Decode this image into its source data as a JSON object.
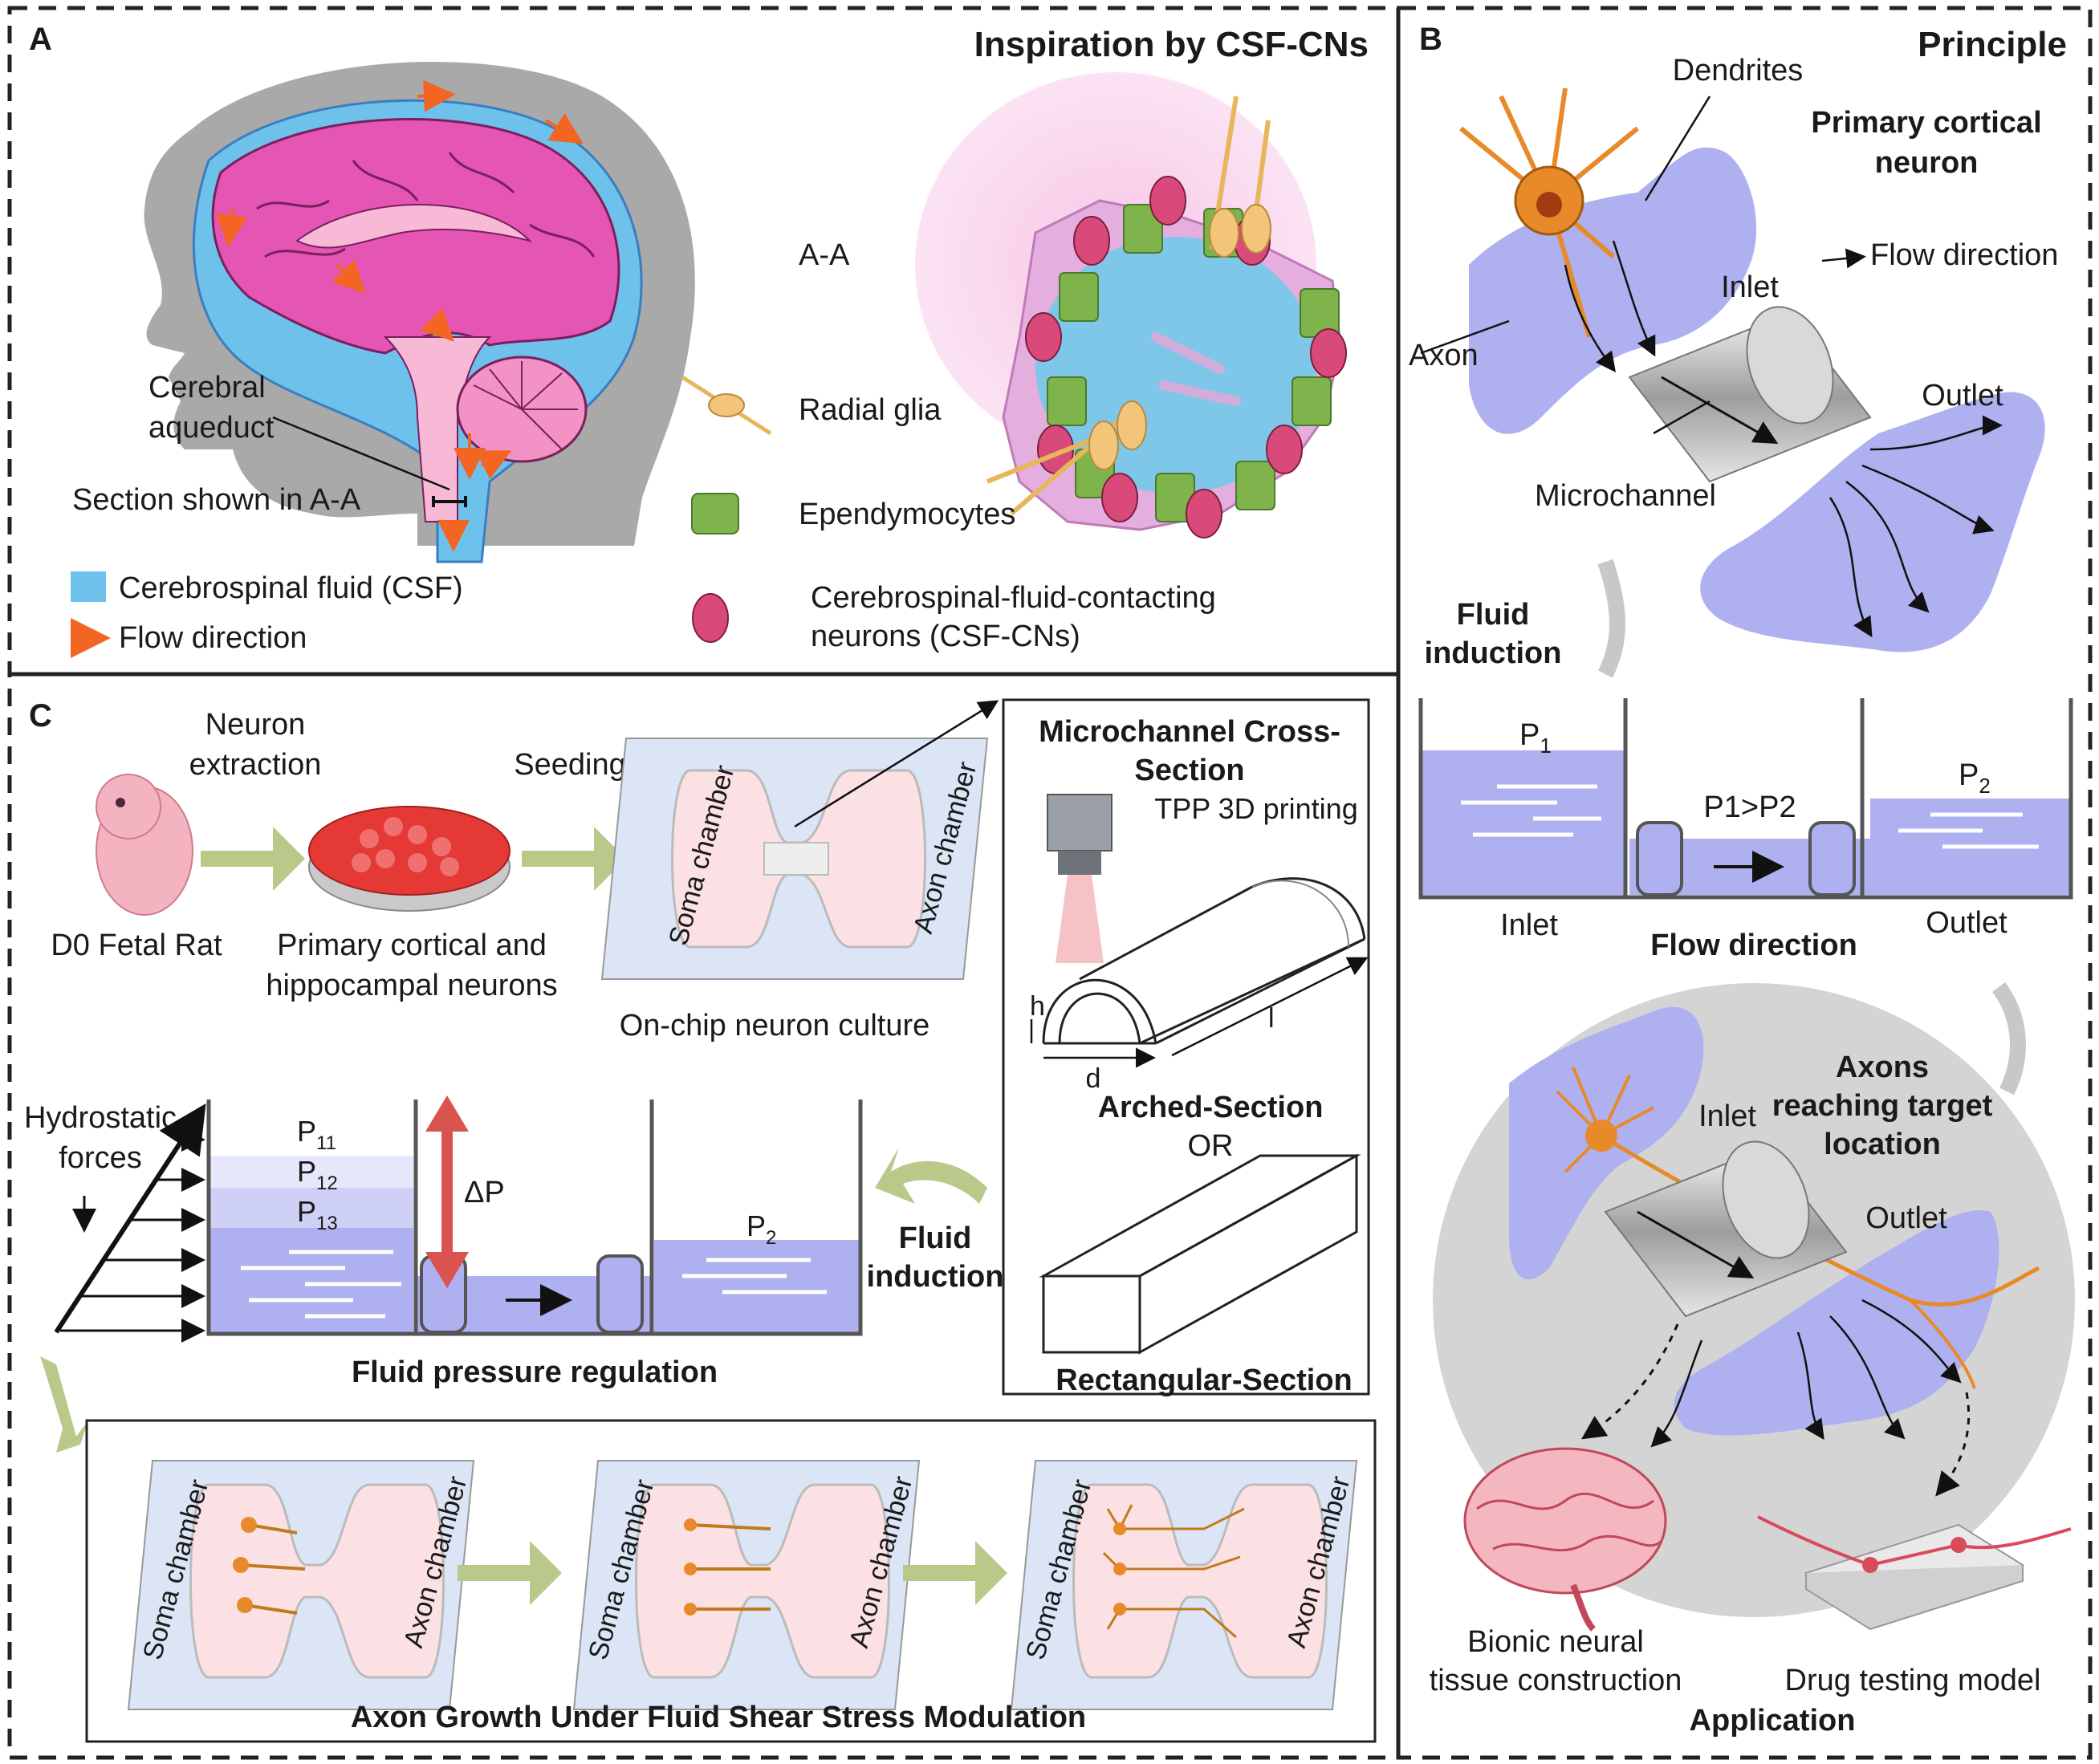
{
  "panel_a": {
    "letter": "A",
    "title": "Inspiration by CSF-CNs",
    "section_label": "A-A",
    "cerebral_aqueduct_1": "Cerebral",
    "cerebral_aqueduct_2": "aqueduct",
    "section_shown": "Section shown in A-A",
    "legend_csf": "Cerebrospinal fluid (CSF)",
    "legend_flow": "Flow direction",
    "radial_glia": "Radial glia",
    "ependymocytes": "Ependymocytes",
    "csfcn_1": "Cerebrospinal-fluid-contacting",
    "csfcn_2": "neurons (CSF-CNs)"
  },
  "panel_b": {
    "letter": "B",
    "title": "Principle",
    "dendrites": "Dendrites",
    "primary_1": "Primary cortical",
    "primary_2": "neuron",
    "flow_direction_legend": "Flow direction",
    "inlet": "Inlet",
    "axon": "Axon",
    "outlet": "Outlet",
    "microchannel": "Microchannel",
    "fluid_1": "Fluid",
    "fluid_2": "induction",
    "p1": "P",
    "p1_sub": "1",
    "p2": "P",
    "p2_sub": "2",
    "p_compare": "P1>P2",
    "inlet_2": "Inlet",
    "outlet_2": "Outlet",
    "flow_direction_caption": "Flow direction",
    "axons_1": "Axons",
    "axons_2": "reaching target",
    "axons_3": "location",
    "inlet_3": "Inlet",
    "outlet_3": "Outlet",
    "bionic_1": "Bionic neural",
    "bionic_2": "tissue construction",
    "drug": "Drug testing model",
    "application": "Application"
  },
  "panel_c": {
    "letter": "C",
    "neuron_1": "Neuron",
    "neuron_2": "extraction",
    "seeding": "Seeding",
    "d0": "D0 Fetal Rat",
    "primary_1": "Primary cortical and",
    "primary_2": "hippocampal neurons",
    "onchip": "On-chip neuron culture",
    "soma": "Soma chamber",
    "axon_chamber": "Axon chamber",
    "cross_1": "Microchannel Cross-",
    "cross_2": "Section",
    "tpp": "TPP 3D printing",
    "h": "h",
    "d": "d",
    "l": "l",
    "arched": "Arched-Section",
    "or": "OR",
    "rect": "Rectangular-Section",
    "hydro_1": "Hydrostatic",
    "hydro_2": "forces",
    "p11": "P",
    "p11_sub": "11",
    "p12": "P",
    "p12_sub": "12",
    "p13": "P",
    "p13_sub": "13",
    "dp": "ΔP",
    "p2": "P",
    "p2_sub": "2",
    "fluid_1": "Fluid",
    "fluid_2": "induction",
    "fpr": "Fluid pressure regulation",
    "axon_growth": "Axon Growth Under Fluid Shear Stress Modulation"
  },
  "colors": {
    "csf_blue": "#6ec1ea",
    "brain_pink": "#e455b4",
    "flow_orange": "#f26522",
    "chamber_purple": "#aeb0f0",
    "arrow_green": "#b8c98a",
    "dish_red": "#e53935"
  }
}
